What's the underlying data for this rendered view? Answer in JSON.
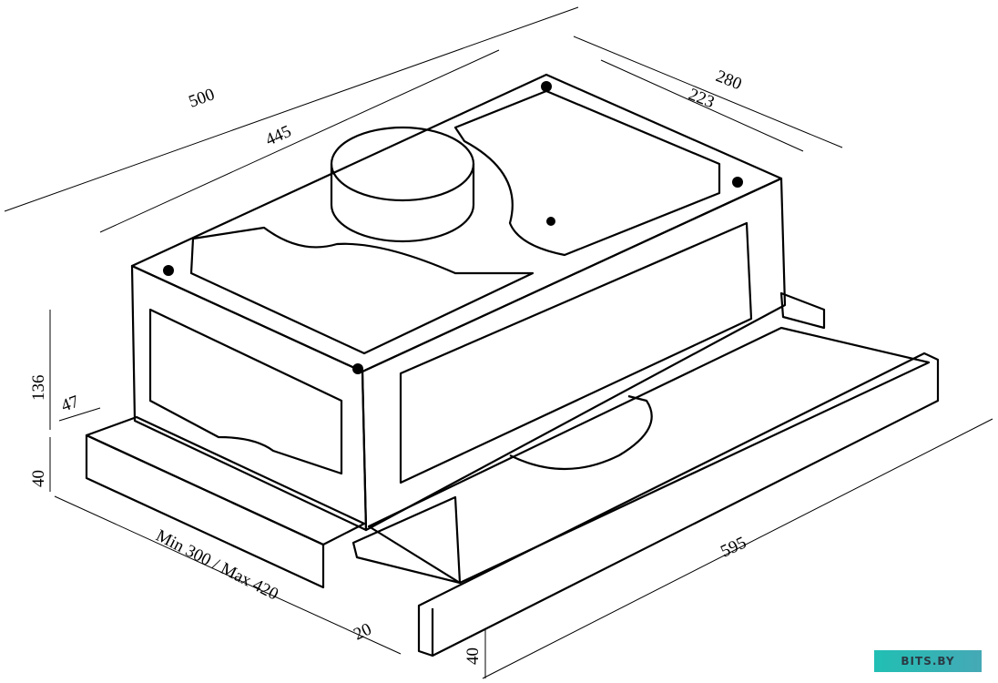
{
  "dimensions": {
    "width_500": "500",
    "width_445": "445",
    "depth_280": "280",
    "depth_223": "223",
    "height_136": "136",
    "offset_47": "47",
    "frame_height_40": "40",
    "frame_length": "Min 300 / Max 420",
    "gap_20": "20",
    "front_width_595": "595",
    "front_height_40": "40"
  },
  "watermark": "BITS.BY"
}
